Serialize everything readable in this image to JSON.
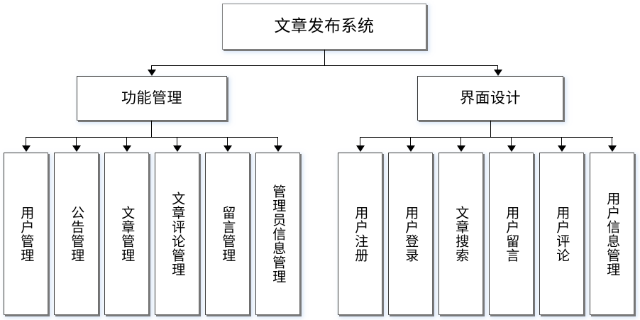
{
  "diagram": {
    "type": "hierarchy-tree",
    "title": "文章发布系统",
    "root": {
      "label": "文章发布系统"
    },
    "level2": [
      {
        "label": "功能管理"
      },
      {
        "label": "界面设计"
      }
    ],
    "leaves_left": [
      {
        "label": "用户管理"
      },
      {
        "label": "公告管理"
      },
      {
        "label": "文章管理"
      },
      {
        "label": "文章评论管理"
      },
      {
        "label": "留言管理"
      },
      {
        "label": "管理员信息管理"
      }
    ],
    "leaves_right": [
      {
        "label": "用户注册"
      },
      {
        "label": "用户登录"
      },
      {
        "label": "文章搜索"
      },
      {
        "label": "用户留言"
      },
      {
        "label": "用户评论"
      },
      {
        "label": "用户信息管理"
      }
    ],
    "colors": {
      "background": "#ffffff",
      "box_fill": "#ffffff",
      "box_border": "#3c3c3c",
      "shadow": "#7a7a7a",
      "glow": "#b4cdf0",
      "connector": "#000000",
      "text": "#000000"
    }
  }
}
